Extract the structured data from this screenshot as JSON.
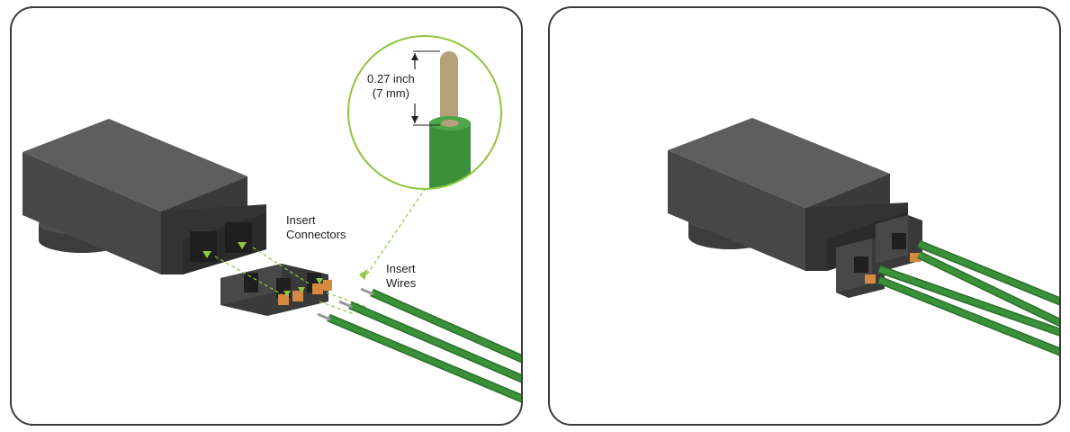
{
  "left_panel": {
    "detail": {
      "measure_line1": "0.27 inch",
      "measure_line2": "(7 mm)"
    },
    "labels": {
      "insert_connectors_line1": "Insert",
      "insert_connectors_line2": "Connectors",
      "insert_wires_line1": "Insert",
      "insert_wires_line2": "Wires"
    }
  },
  "colors": {
    "wire_green": "#3b9139",
    "wire_green_dark": "#2a6e2a",
    "housing_dark": "#454545",
    "housing_top": "#5a5a5a",
    "terminal_orange": "#d4893e",
    "guide_green": "#8ec63f",
    "panel_border": "#3c3c3c"
  }
}
